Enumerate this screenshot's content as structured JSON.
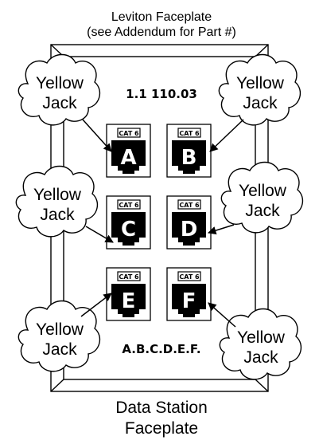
{
  "title_line1": "Leviton Faceplate",
  "title_line2": "(see Addendum for Part #)",
  "top_label": "1.1 110.03",
  "bottom_label": "A.B.C.D.E.F.",
  "footer_line1": "Data Station",
  "footer_line2": "Faceplate",
  "jacks": [
    {
      "letter": "A",
      "cat": "CAT 6"
    },
    {
      "letter": "B",
      "cat": "CAT 6"
    },
    {
      "letter": "C",
      "cat": "CAT 6"
    },
    {
      "letter": "D",
      "cat": "CAT 6"
    },
    {
      "letter": "E",
      "cat": "CAT 6"
    },
    {
      "letter": "F",
      "cat": "CAT 6"
    }
  ],
  "callouts": [
    {
      "line1": "Yellow",
      "line2": "Jack"
    },
    {
      "line1": "Yellow",
      "line2": "Jack"
    },
    {
      "line1": "Yellow",
      "line2": "Jack"
    },
    {
      "line1": "Yellow",
      "line2": "Jack"
    },
    {
      "line1": "Yellow",
      "line2": "Jack"
    },
    {
      "line1": "Yellow",
      "line2": "Jack"
    }
  ]
}
